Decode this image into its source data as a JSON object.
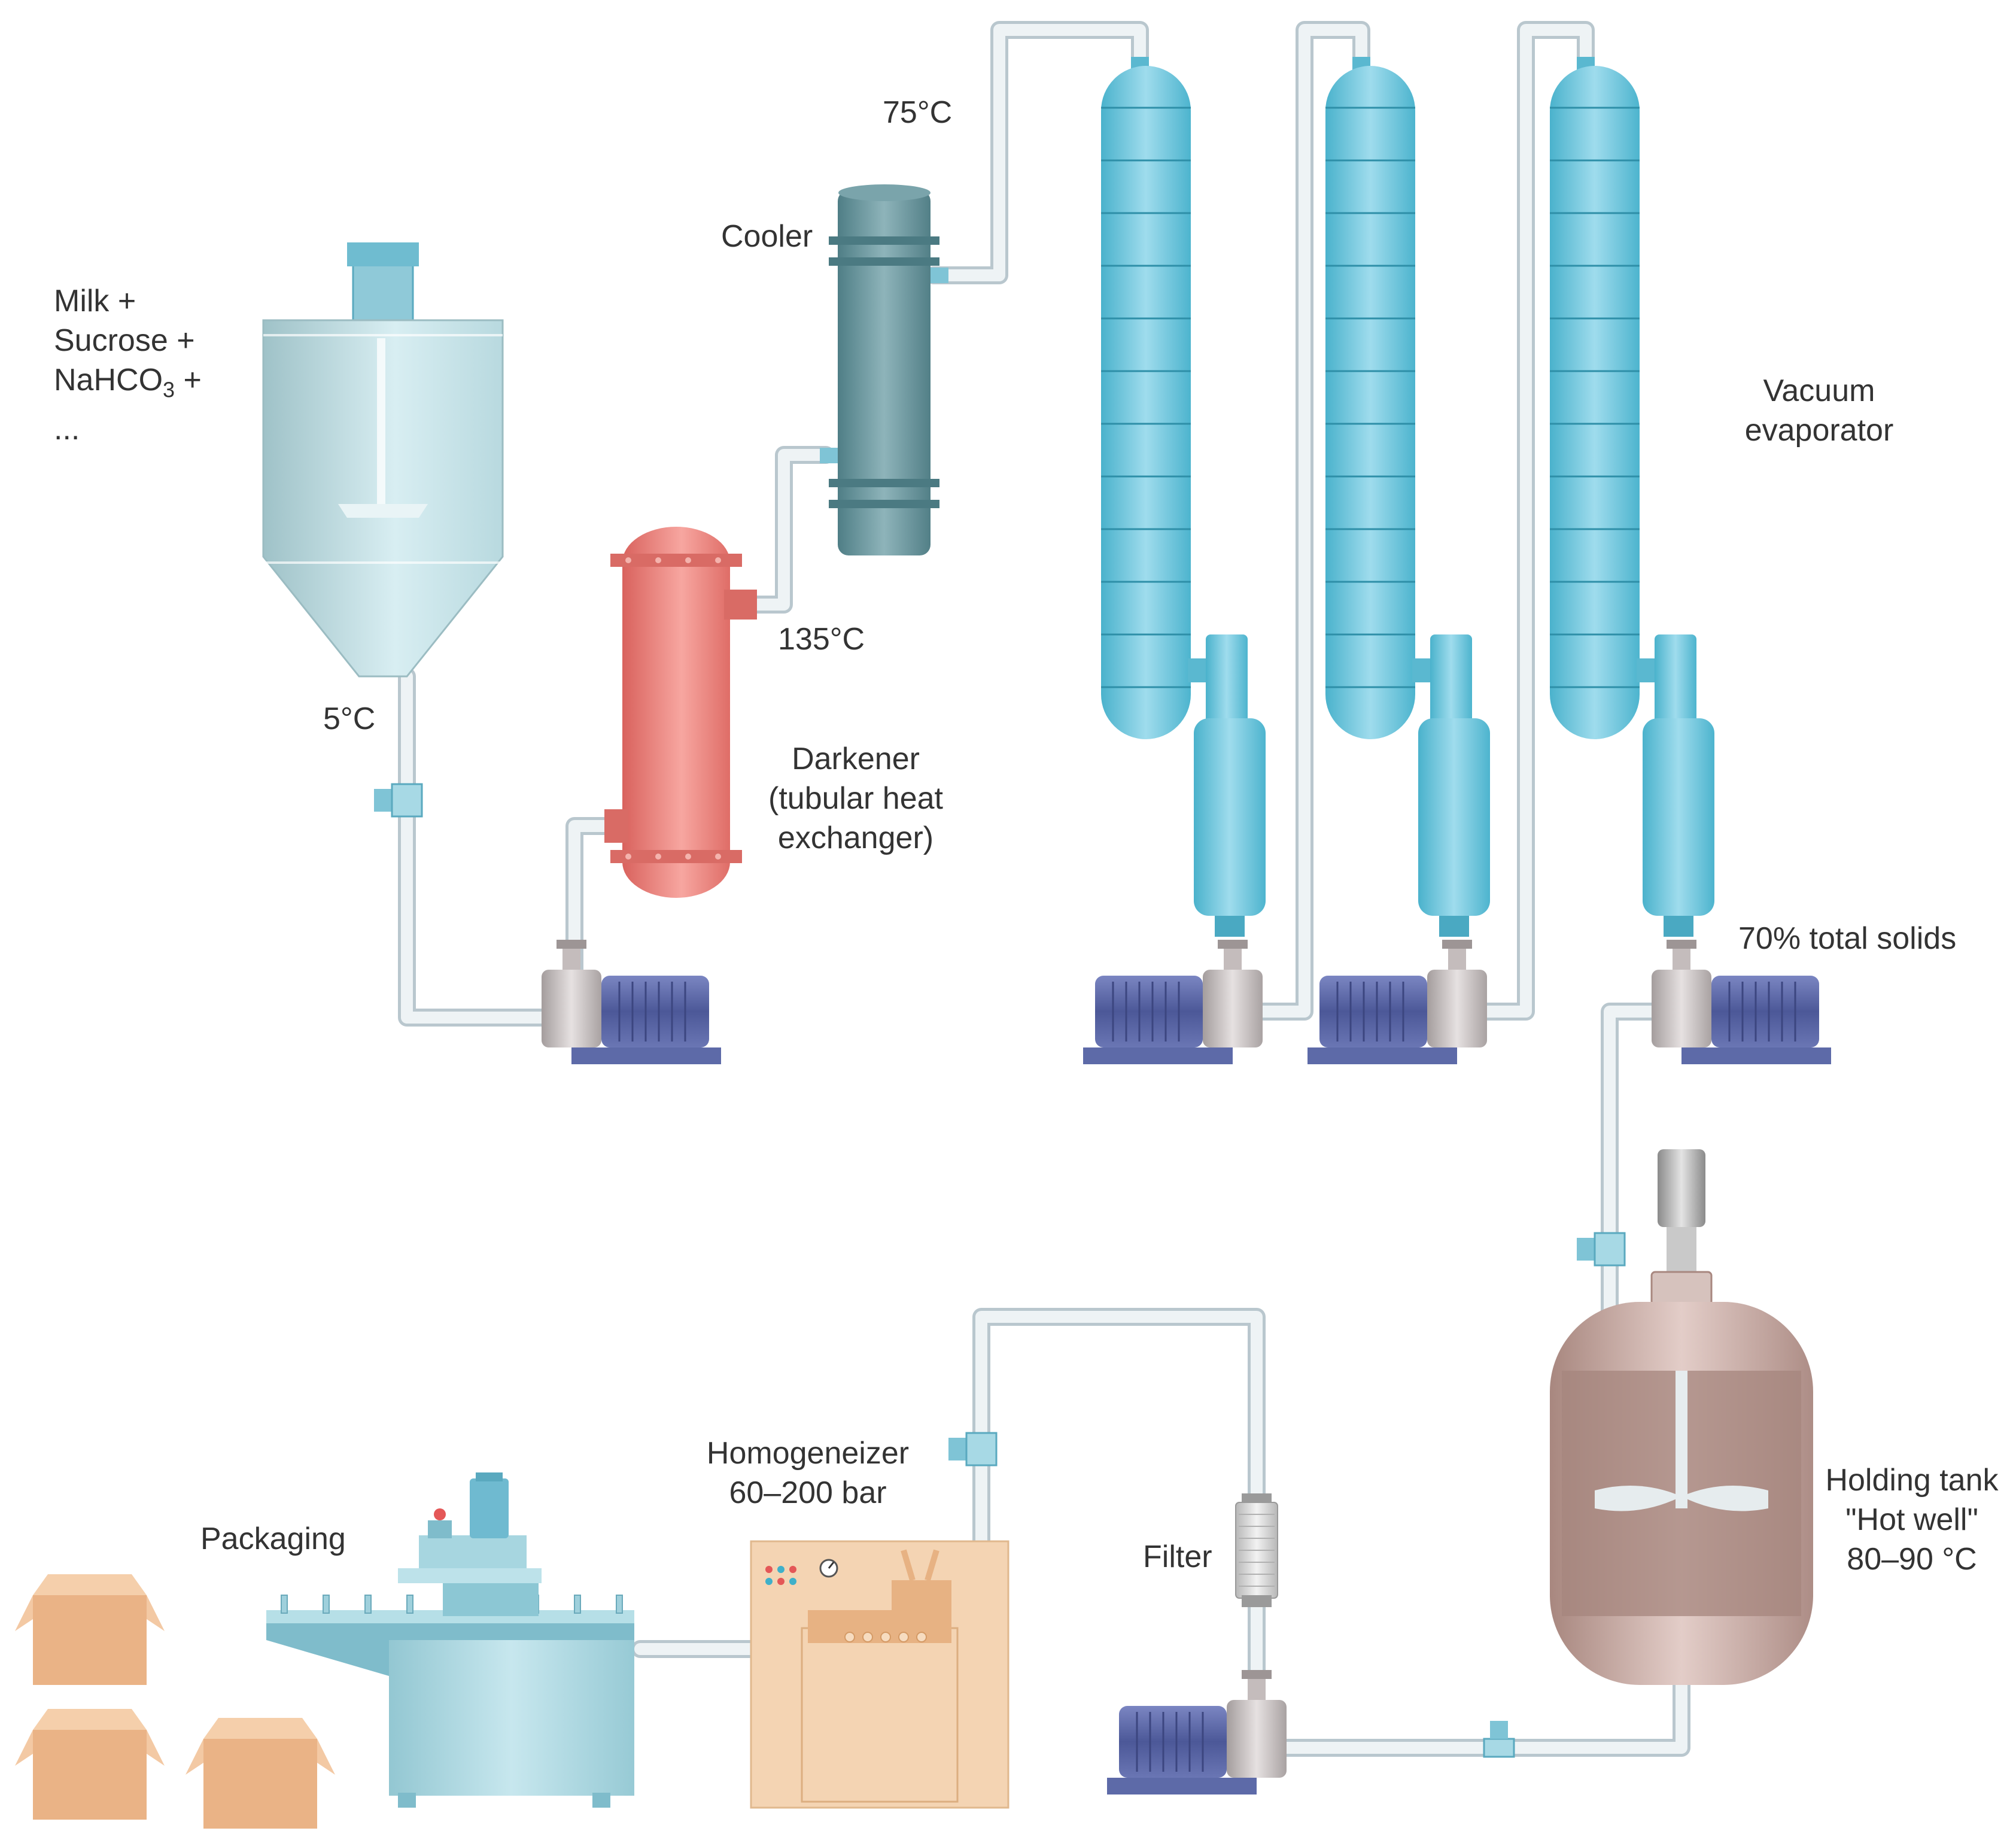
{
  "labels": {
    "ingredients": [
      "Milk +",
      "Sucrose +",
      "NaHCO",
      "3",
      " +",
      "..."
    ],
    "temp_5c": "5°C",
    "temp_135c": "135°C",
    "temp_75c": "75°C",
    "cooler": "Cooler",
    "darkener": [
      "Darkener",
      "(tubular heat",
      "exchanger)"
    ],
    "vacuum_evaporator": [
      "Vacuum",
      "evaporator"
    ],
    "total_solids": "70% total solids",
    "holding_tank": [
      "Holding tank",
      "\"Hot well\"",
      "80–90 °C"
    ],
    "filter": "Filter",
    "homogeneizer": [
      "Homogeneizer",
      "60–200 bar"
    ],
    "packaging": "Packaging"
  },
  "colors": {
    "pipe": "#e8eef1",
    "pipe_edge": "#b9c7ce",
    "mixer_tank": "#c7e4ea",
    "darkener": "#e57e78",
    "cooler": "#5f8f97",
    "evaporator": "#6cc6dc",
    "pump_motor": "#5d6aa8",
    "pump_body": "#c4bcbc",
    "holding_tank": "#b79993",
    "homogenizer": "#f3d1ae",
    "packaging_machine": "#a9d6df",
    "box": "#eab386"
  },
  "icons": [
    "mixer-tank-icon",
    "darkener-icon",
    "cooler-icon",
    "evaporator-icon",
    "pump-icon",
    "valve-icon",
    "filter-icon",
    "holding-tank-icon",
    "homogenizer-icon",
    "packaging-machine-icon",
    "box-icon"
  ]
}
